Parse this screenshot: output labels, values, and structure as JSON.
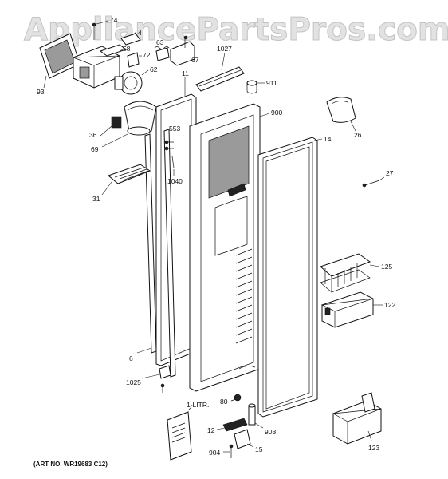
{
  "watermark": "AppliancePartsPros.com",
  "art_number": "(ART NO. WR19683 C12)",
  "callouts": {
    "p74": "74",
    "p4": "4",
    "p58": "58",
    "p63": "63",
    "p72": "72",
    "p67": "67",
    "p62": "62",
    "p1027": "1027",
    "p11": "11",
    "p911": "911",
    "p93": "93",
    "p900": "900",
    "p36": "36",
    "p69": "69",
    "p553": "553",
    "p14": "14",
    "p26": "26",
    "p27": "27",
    "p31": "31",
    "p1040": "1040",
    "p125": "125",
    "p122": "122",
    "p6": "6",
    "p1025": "1025",
    "p1litr": "1-LITR.",
    "p80": "80",
    "p12": "12",
    "p903": "903",
    "p904": "904",
    "p15": "15",
    "p123": "123"
  }
}
